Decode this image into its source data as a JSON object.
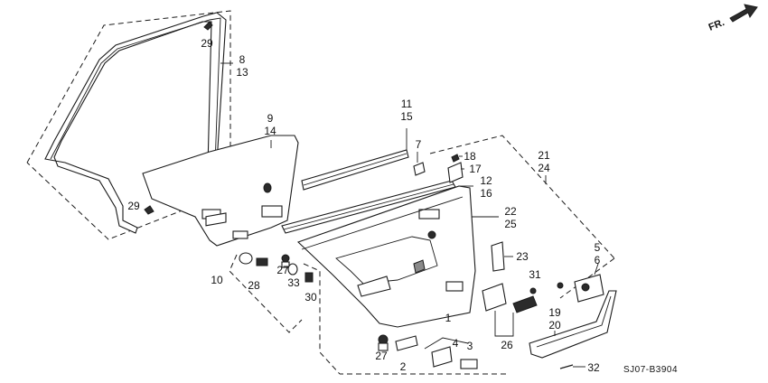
{
  "diagram": {
    "code": "SJ07-B3904",
    "direction": "FR.",
    "callouts": [
      {
        "id": "29a",
        "text": "29"
      },
      {
        "id": "8",
        "text": "8"
      },
      {
        "id": "13",
        "text": "13"
      },
      {
        "id": "9",
        "text": "9"
      },
      {
        "id": "14",
        "text": "14"
      },
      {
        "id": "29b",
        "text": "29"
      },
      {
        "id": "10",
        "text": "10"
      },
      {
        "id": "28",
        "text": "28"
      },
      {
        "id": "27a",
        "text": "27"
      },
      {
        "id": "33",
        "text": "33"
      },
      {
        "id": "30",
        "text": "30"
      },
      {
        "id": "11",
        "text": "11"
      },
      {
        "id": "15",
        "text": "15"
      },
      {
        "id": "7",
        "text": "7"
      },
      {
        "id": "18",
        "text": "18"
      },
      {
        "id": "17",
        "text": "17"
      },
      {
        "id": "12",
        "text": "12"
      },
      {
        "id": "16",
        "text": "16"
      },
      {
        "id": "21",
        "text": "21"
      },
      {
        "id": "24",
        "text": "24"
      },
      {
        "id": "22",
        "text": "22"
      },
      {
        "id": "25",
        "text": "25"
      },
      {
        "id": "23",
        "text": "23"
      },
      {
        "id": "5",
        "text": "5"
      },
      {
        "id": "6",
        "text": "6"
      },
      {
        "id": "31",
        "text": "31"
      },
      {
        "id": "19",
        "text": "19"
      },
      {
        "id": "20",
        "text": "20"
      },
      {
        "id": "26",
        "text": "26"
      },
      {
        "id": "1",
        "text": "1"
      },
      {
        "id": "4",
        "text": "4"
      },
      {
        "id": "3",
        "text": "3"
      },
      {
        "id": "2",
        "text": "2"
      },
      {
        "id": "27b",
        "text": "27"
      },
      {
        "id": "32",
        "text": "32"
      }
    ]
  }
}
